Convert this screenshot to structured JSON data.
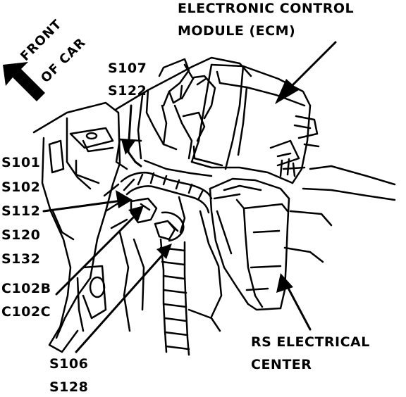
{
  "labels": {
    "ecm_line1": "ELECTRONIC CONTROL",
    "ecm_line2": "MODULE (ECM)",
    "front_line1": "FRONT",
    "front_line2": "OF CAR",
    "s107": "S107",
    "s122": "S122",
    "s101": "S101",
    "s102": "S102",
    "s112": "S112",
    "s120": "S120",
    "s132": "S132",
    "c102b": "C102B",
    "c102c": "C102C",
    "s106": "S106",
    "s128": "S128",
    "rs_line1": "RS ELECTRICAL",
    "rs_line2": "CENTER"
  }
}
